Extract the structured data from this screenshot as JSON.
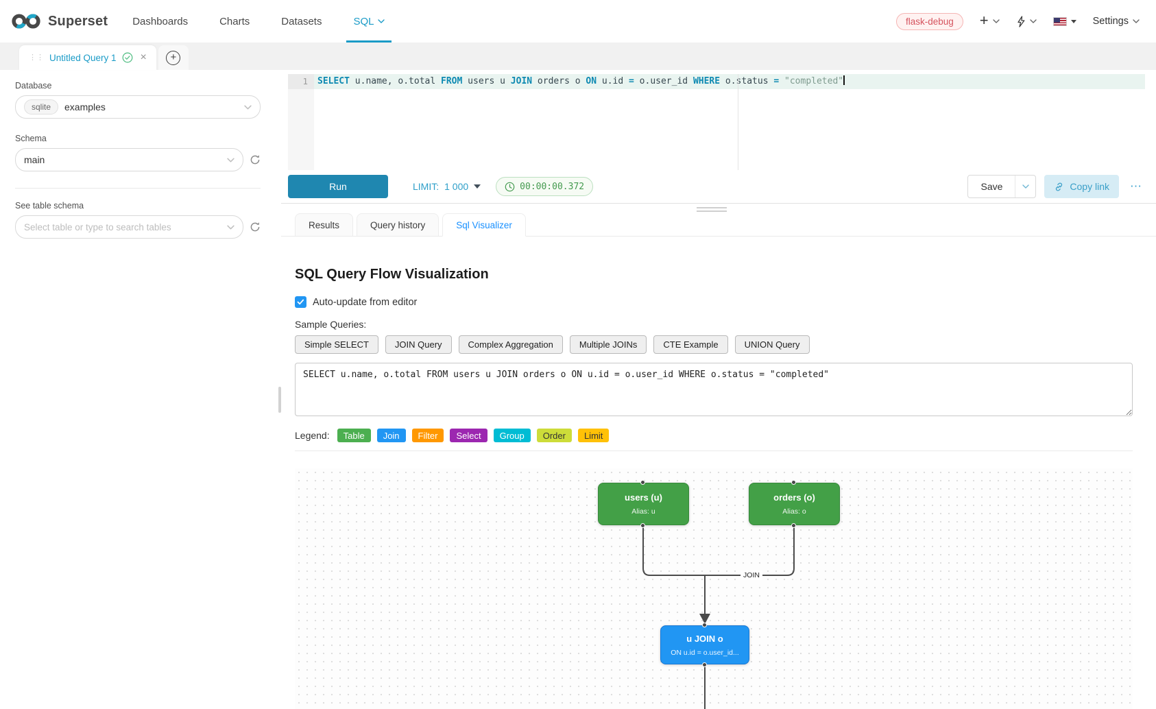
{
  "nav": {
    "brand": "Superset",
    "items": [
      {
        "label": "Dashboards",
        "active": false,
        "has_menu": false
      },
      {
        "label": "Charts",
        "active": false,
        "has_menu": false
      },
      {
        "label": "Datasets",
        "active": false,
        "has_menu": false
      },
      {
        "label": "SQL",
        "active": true,
        "has_menu": true
      }
    ],
    "environment_tag": "flask-debug",
    "settings_label": "Settings"
  },
  "query_tab": {
    "title": "Untitled Query 1"
  },
  "sidebar": {
    "database_label": "Database",
    "database_engine": "sqlite",
    "database_value": "examples",
    "schema_label": "Schema",
    "schema_value": "main",
    "table_label": "See table schema",
    "table_placeholder": "Select table or type to search tables"
  },
  "editor": {
    "line_number": "1",
    "tokens": [
      {
        "t": "SELECT",
        "c": "kw"
      },
      {
        "t": " u.name, o.total ",
        "c": "plain"
      },
      {
        "t": "FROM",
        "c": "kw"
      },
      {
        "t": " users u ",
        "c": "plain"
      },
      {
        "t": "JOIN",
        "c": "kw"
      },
      {
        "t": " orders o ",
        "c": "plain"
      },
      {
        "t": "ON",
        "c": "kw"
      },
      {
        "t": " u.id ",
        "c": "plain"
      },
      {
        "t": "=",
        "c": "kw"
      },
      {
        "t": " o.user_id ",
        "c": "plain"
      },
      {
        "t": "WHERE",
        "c": "kw"
      },
      {
        "t": " o.status ",
        "c": "plain"
      },
      {
        "t": "=",
        "c": "kw"
      },
      {
        "t": " ",
        "c": "plain"
      },
      {
        "t": "\"completed\"",
        "c": "str"
      }
    ]
  },
  "toolbar": {
    "run_label": "Run",
    "limit_label": "LIMIT:",
    "limit_value": "1 000",
    "timer": "00:00:00.372",
    "save_label": "Save",
    "copy_link_label": "Copy link",
    "more_label": "⋯"
  },
  "panel_tabs": [
    {
      "label": "Results",
      "active": false
    },
    {
      "label": "Query history",
      "active": false
    },
    {
      "label": "Sql Visualizer",
      "active": true
    }
  ],
  "visualizer": {
    "title": "SQL Query Flow Visualization",
    "auto_update_label": "Auto-update from editor",
    "auto_update_checked": true,
    "sample_queries_label": "Sample Queries:",
    "sample_buttons": [
      "Simple SELECT",
      "JOIN Query",
      "Complex Aggregation",
      "Multiple JOINs",
      "CTE Example",
      "UNION Query"
    ],
    "sql_text": "SELECT u.name, o.total FROM users u JOIN orders o ON u.id = o.user_id WHERE o.status = \"completed\"",
    "legend_label": "Legend:",
    "legend_items": [
      {
        "label": "Table",
        "color": "#4caf50",
        "text": "#ffffff"
      },
      {
        "label": "Join",
        "color": "#2196f3",
        "text": "#ffffff"
      },
      {
        "label": "Filter",
        "color": "#ff9800",
        "text": "#ffffff"
      },
      {
        "label": "Select",
        "color": "#9c27b0",
        "text": "#ffffff"
      },
      {
        "label": "Group",
        "color": "#00bcd4",
        "text": "#ffffff"
      },
      {
        "label": "Order",
        "color": "#cddc39",
        "text": "#333333"
      },
      {
        "label": "Limit",
        "color": "#ffc107",
        "text": "#333333"
      }
    ],
    "flow": {
      "nodes": [
        {
          "id": "users",
          "title": "users (u)",
          "subtitle": "Alias: u",
          "color": "#43a047",
          "border": "#37883b"
        },
        {
          "id": "orders",
          "title": "orders (o)",
          "subtitle": "Alias: o",
          "color": "#43a047",
          "border": "#37883b"
        },
        {
          "id": "join",
          "title": "u JOIN o",
          "subtitle": "ON u.id = o.user_id...",
          "color": "#2196f3",
          "border": "#1976d2"
        }
      ],
      "edge_label": "JOIN"
    }
  }
}
